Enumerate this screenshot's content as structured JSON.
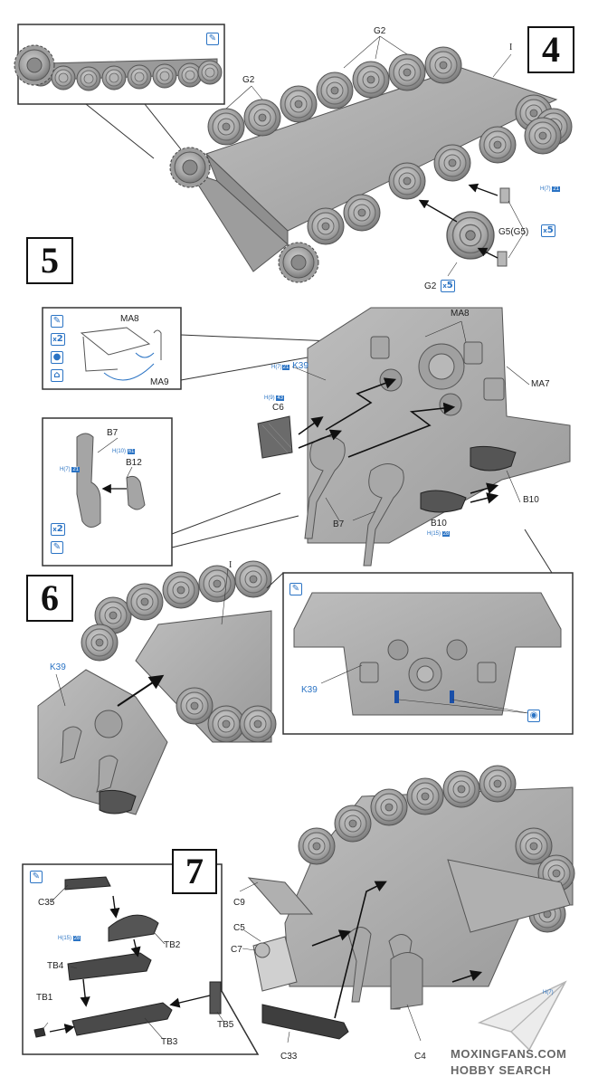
{
  "steps": {
    "s4": "4",
    "s5": "5",
    "s6": "6",
    "s7": "7"
  },
  "step4": {
    "g2_top": "G2",
    "g2_left": "G2",
    "g2_bottom": "G2",
    "part_i": "I",
    "g5": "G5(G5)",
    "qty_g5": "5",
    "qty_g2": "5",
    "ref_h7": "H(7)",
    "ref_h7_num": "21"
  },
  "step5": {
    "ma8_inset": "MA8",
    "ma9": "MA9",
    "ma8": "MA8",
    "ma7": "MA7",
    "k39": "K39",
    "k39_ref": "H(7)",
    "k39_ref_num": "21",
    "c6": "C6",
    "c6_ref": "H(9)",
    "c6_ref_num": "43",
    "b7_inset": "B7",
    "b7_ref": "H(10)",
    "b7_ref_num": "61",
    "b12": "B12",
    "b12_ref": "H(7)",
    "b12_ref_num": "21",
    "b7": "B7",
    "b10_a": "B10",
    "b10_b": "B10",
    "b10_ref": "H(15)",
    "b10_ref_num": "28",
    "qty_x2_a": "2",
    "qty_x2_b": "2"
  },
  "step6": {
    "part_i": "I",
    "k39_left": "K39",
    "k39_inset": "K39"
  },
  "step7": {
    "c35": "C35",
    "tb2": "TB2",
    "tb2_ref": "H(15)",
    "tb2_ref_num": "28",
    "tb4": "TB4",
    "tb1": "TB1",
    "tb3": "TB3",
    "tb5": "TB5",
    "c9": "C9",
    "c5": "C5",
    "c7": "C7",
    "c33": "C33",
    "c4": "C4",
    "ref_h7": "H(7)"
  },
  "watermark": {
    "line1": "MOXINGFANS.COM",
    "line2": "HOBBY SEARCH"
  },
  "colors": {
    "part_grey": "#a9a9a9",
    "shadow_grey": "#7d7d7d",
    "light_grey": "#c8c8c8",
    "ink": "#111111",
    "blue": "#2a73c4"
  }
}
